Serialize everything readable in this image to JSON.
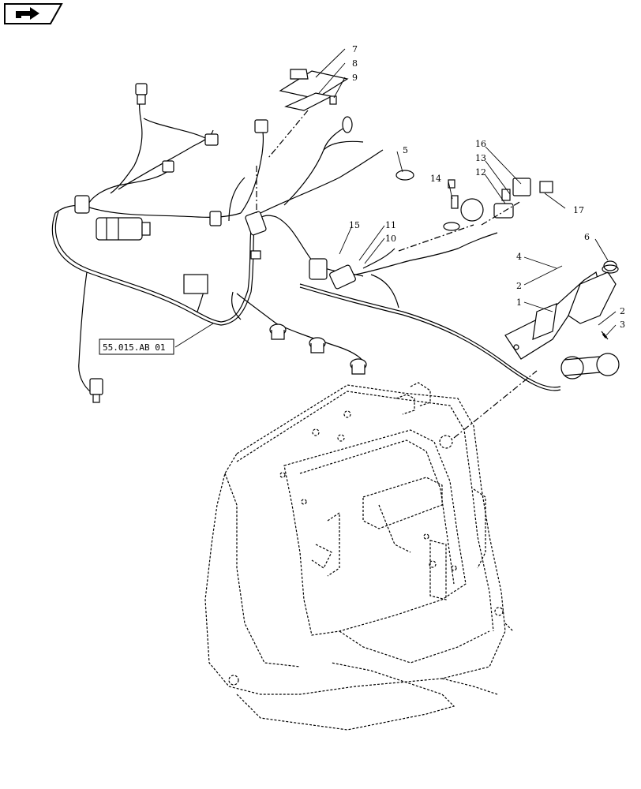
{
  "nav_icon": {
    "name": "page-navigation-icon"
  },
  "reference_box": {
    "label": "55.015.AB 01"
  },
  "callouts": [
    "7",
    "8",
    "9",
    "5",
    "16",
    "13",
    "12",
    "14",
    "17",
    "15",
    "11",
    "10",
    "6",
    "4",
    "2",
    "1",
    "2",
    "3"
  ],
  "colors": {
    "line": "#000000",
    "background": "#ffffff"
  }
}
